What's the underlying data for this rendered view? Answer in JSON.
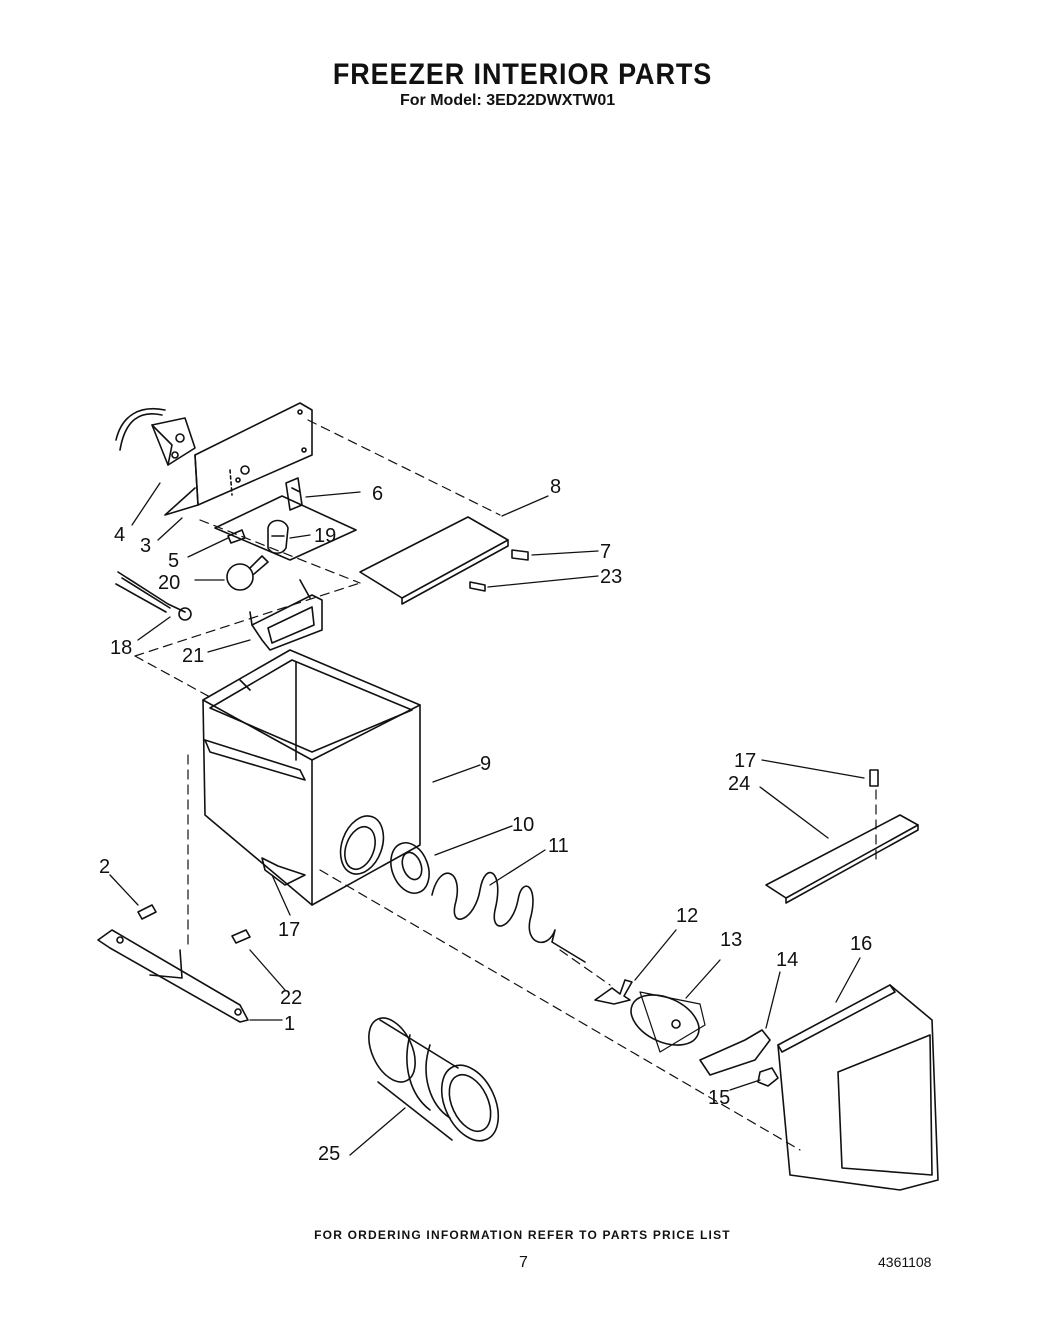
{
  "header": {
    "title": "FREEZER INTERIOR  PARTS",
    "subtitle": "For Model: 3ED22DWXTW01"
  },
  "diagram": {
    "callouts": [
      "1",
      "2",
      "3",
      "4",
      "5",
      "6",
      "7",
      "8",
      "9",
      "10",
      "11",
      "12",
      "13",
      "14",
      "15",
      "16",
      "17",
      "17",
      "18",
      "19",
      "20",
      "21",
      "22",
      "23",
      "24",
      "25"
    ]
  },
  "footer": {
    "ordering_note": "FOR ORDERING INFORMATION REFER TO PARTS PRICE LIST",
    "page_number": "7",
    "document_number": "4361108"
  }
}
